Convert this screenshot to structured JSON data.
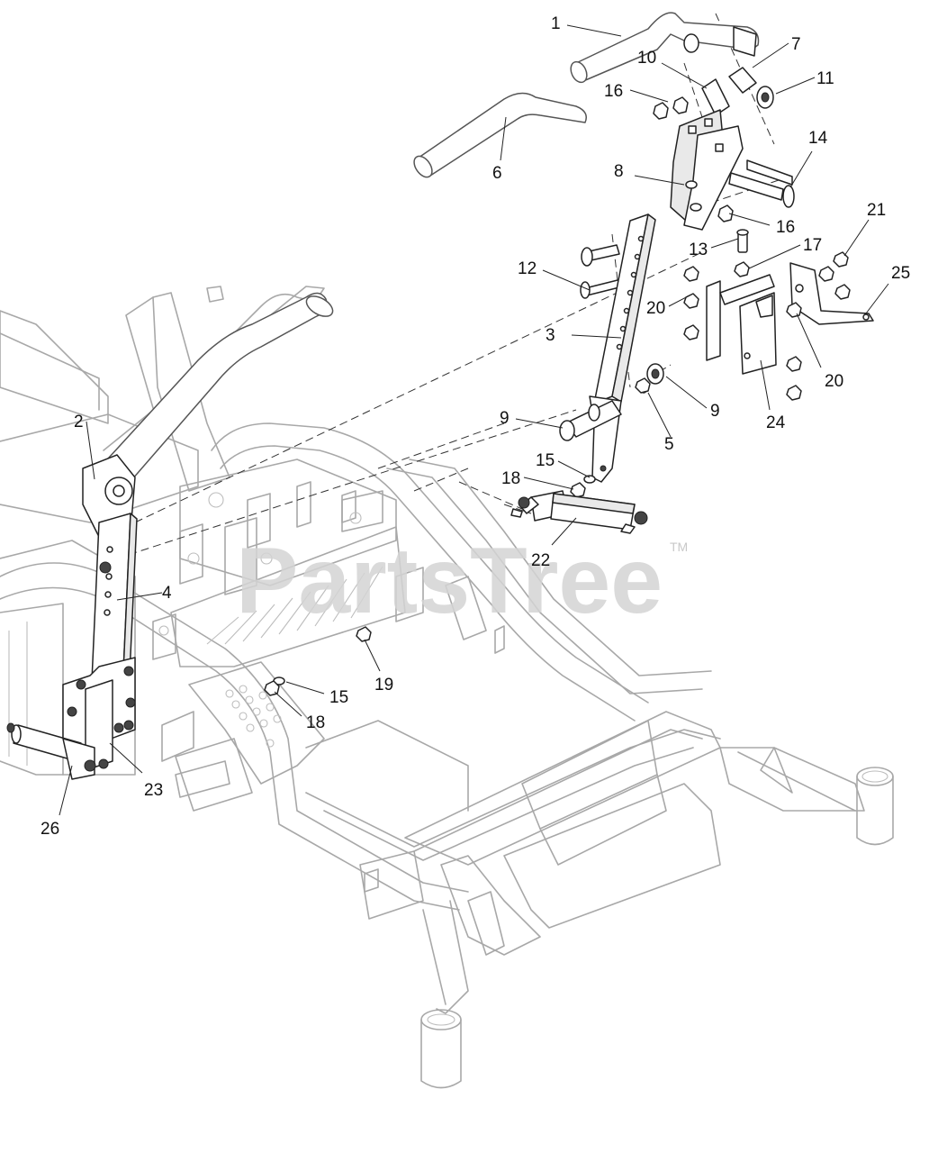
{
  "watermark": {
    "text": "PartsTree",
    "trademark": "TM"
  },
  "callouts": [
    {
      "id": "c1",
      "label": "1"
    },
    {
      "id": "c2",
      "label": "2"
    },
    {
      "id": "c3",
      "label": "3"
    },
    {
      "id": "c4",
      "label": "4"
    },
    {
      "id": "c5",
      "label": "5"
    },
    {
      "id": "c6",
      "label": "6"
    },
    {
      "id": "c7",
      "label": "7"
    },
    {
      "id": "c8",
      "label": "8"
    },
    {
      "id": "c9a",
      "label": "9"
    },
    {
      "id": "c9b",
      "label": "9"
    },
    {
      "id": "c10",
      "label": "10"
    },
    {
      "id": "c11",
      "label": "11"
    },
    {
      "id": "c12",
      "label": "12"
    },
    {
      "id": "c13",
      "label": "13"
    },
    {
      "id": "c14",
      "label": "14"
    },
    {
      "id": "c15a",
      "label": "15"
    },
    {
      "id": "c15b",
      "label": "15"
    },
    {
      "id": "c16a",
      "label": "16"
    },
    {
      "id": "c16b",
      "label": "16"
    },
    {
      "id": "c17",
      "label": "17"
    },
    {
      "id": "c18a",
      "label": "18"
    },
    {
      "id": "c18b",
      "label": "18"
    },
    {
      "id": "c19",
      "label": "19"
    },
    {
      "id": "c20a",
      "label": "20"
    },
    {
      "id": "c20b",
      "label": "20"
    },
    {
      "id": "c21",
      "label": "21"
    },
    {
      "id": "c22",
      "label": "22"
    },
    {
      "id": "c23",
      "label": "23"
    },
    {
      "id": "c24",
      "label": "24"
    },
    {
      "id": "c25",
      "label": "25"
    },
    {
      "id": "c26",
      "label": "26"
    }
  ]
}
